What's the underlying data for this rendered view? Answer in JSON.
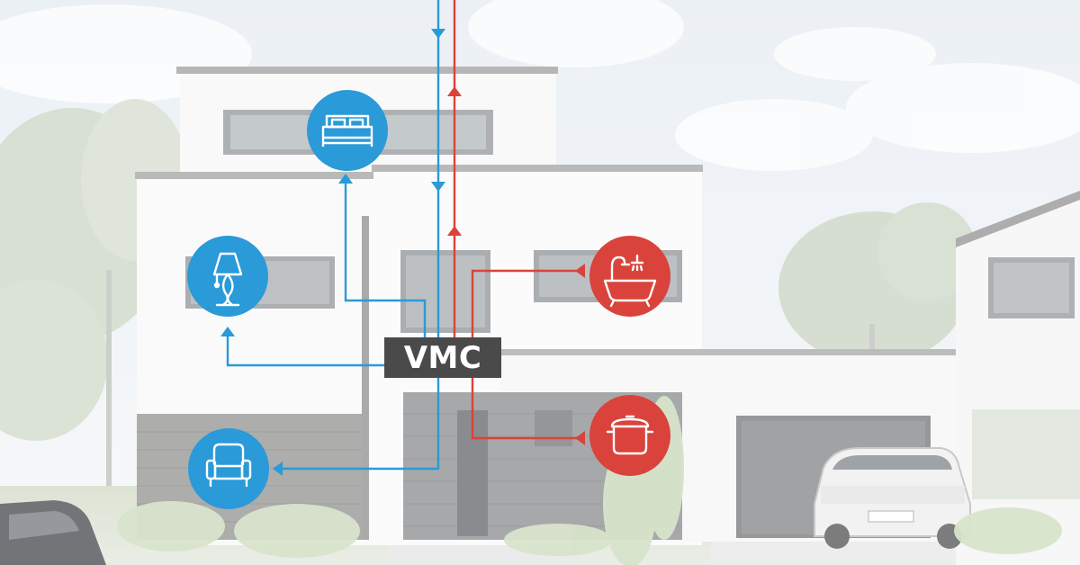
{
  "diagram": {
    "central_unit_label": "VMC",
    "colors": {
      "fresh_air": "#2a9ad8",
      "extract_air": "#d9433b",
      "unit_box": "#4a4a4a"
    },
    "supply_rooms": [
      {
        "icon": "bed-icon",
        "air": "fresh"
      },
      {
        "icon": "lamp-icon",
        "air": "fresh"
      },
      {
        "icon": "armchair-icon",
        "air": "fresh"
      }
    ],
    "extract_rooms": [
      {
        "icon": "bathtub-shower-icon",
        "air": "extract"
      },
      {
        "icon": "cooking-pot-icon",
        "air": "extract"
      }
    ]
  }
}
